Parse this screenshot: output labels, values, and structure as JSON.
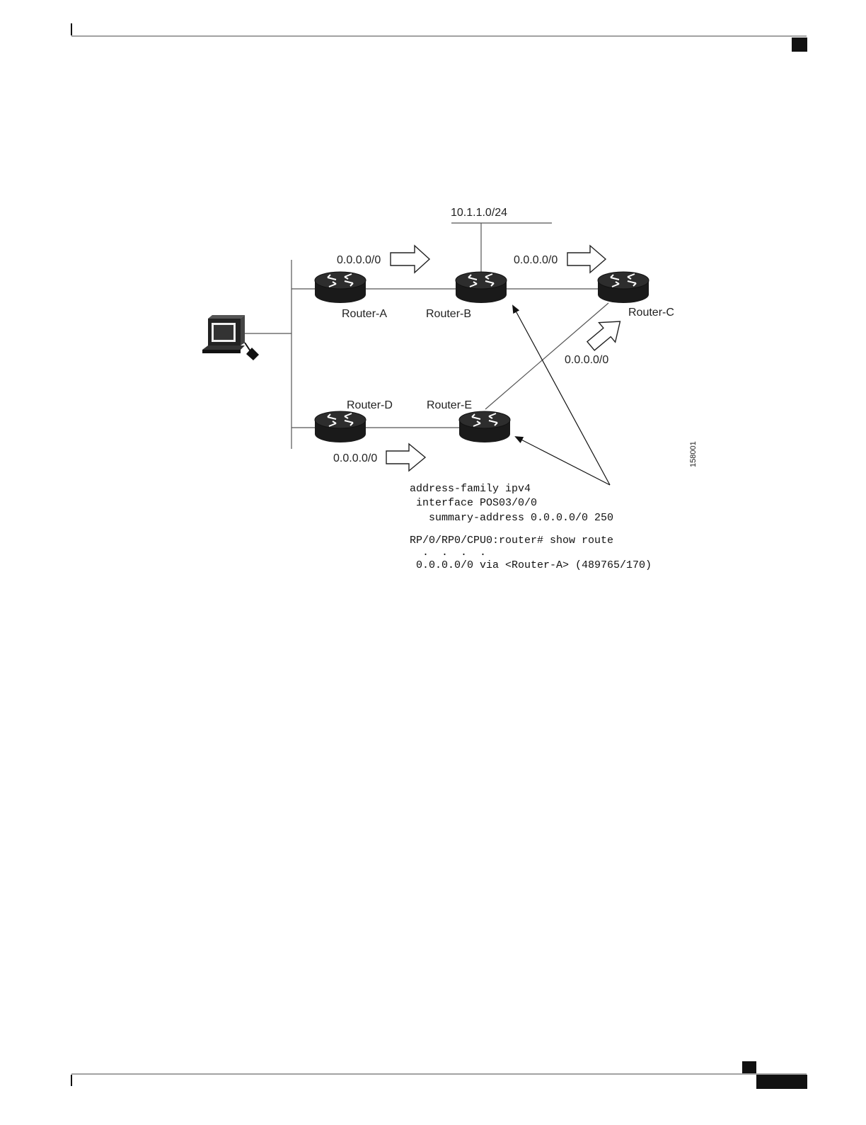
{
  "diagram": {
    "subnet_label": "10.1.1.0/24",
    "routers": {
      "a": "Router-A",
      "b": "Router-B",
      "c": "Router-C",
      "d": "Router-D",
      "e": "Router-E"
    },
    "route_labels": {
      "a_to_b": "0.0.0.0/0",
      "b_to_c": "0.0.0.0/0",
      "into_c": "0.0.0.0/0",
      "d_to_e": "0.0.0.0/0"
    },
    "figure_id": "158001",
    "config_lines": [
      "address-family ipv4",
      " interface POS03/0/0",
      "   summary-address 0.0.0.0/0 250"
    ],
    "show_lines": [
      "RP/0/RP0/CPU0:router# show route",
      "  .  .  .  .",
      " 0.0.0.0/0 via <Router-A> (489765/170)"
    ]
  }
}
